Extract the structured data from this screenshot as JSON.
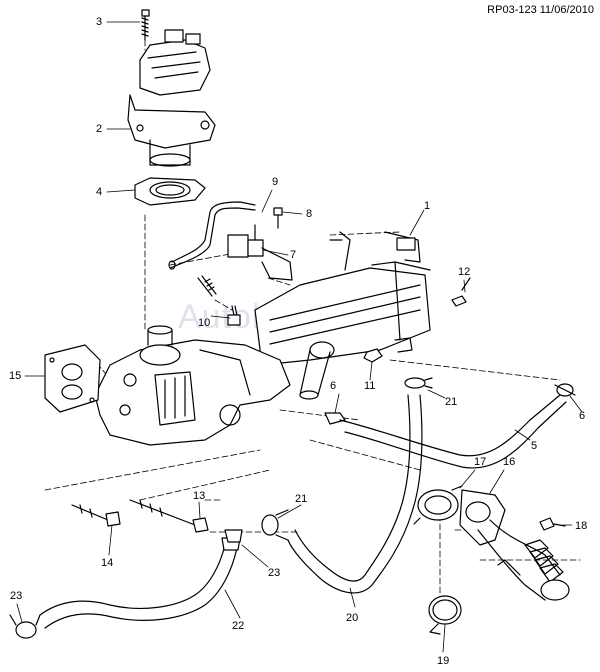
{
  "drawing_id": "RP03-123 11/06/2010",
  "watermark": "Autoklad.ru",
  "callouts": {
    "c1": "1",
    "c2": "2",
    "c3": "3",
    "c4": "4",
    "c5": "5",
    "c6a": "6",
    "c6b": "6",
    "c7": "7",
    "c8": "8",
    "c9": "9",
    "c10": "10",
    "c11": "11",
    "c12": "12",
    "c13": "13",
    "c14": "14",
    "c15": "15",
    "c16": "16",
    "c17": "17",
    "c18": "18",
    "c19": "19",
    "c20": "20",
    "c21a": "21",
    "c21b": "21",
    "c22": "22",
    "c23a": "23",
    "c23b": "23"
  }
}
